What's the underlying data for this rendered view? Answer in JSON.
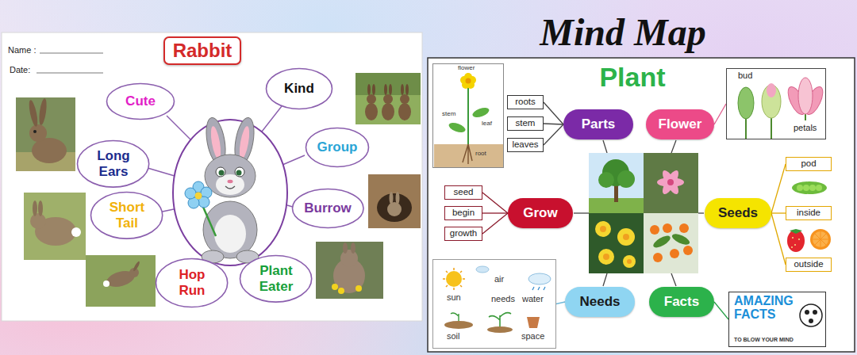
{
  "diagram": {
    "title": "Mind Map",
    "nodes": [
      {
        "text": [
          "Rabbit"
        ]
      },
      {
        "text": [
          "Cute"
        ]
      },
      {
        "text": [
          "Kind"
        ]
      },
      {
        "text": [
          "Long Ears"
        ]
      },
      {
        "text": [
          "Group"
        ]
      },
      {
        "text": [
          "Short Tail"
        ]
      },
      {
        "text": [
          "Burrow"
        ]
      },
      {
        "text": [
          "Hop Run"
        ]
      },
      {
        "text": [
          "Plant Eater"
        ]
      },
      {
        "text": [
          "flower",
          "stem",
          "leaf",
          "root"
        ]
      },
      {
        "text": [
          "roots"
        ]
      },
      {
        "text": [
          "stem"
        ]
      },
      {
        "text": [
          "leaves"
        ]
      },
      {
        "text": [
          "Parts"
        ]
      },
      {
        "text": [
          "Flower"
        ]
      },
      {
        "text": [
          "bud",
          "petals"
        ]
      },
      {
        "text": [
          "seed"
        ]
      },
      {
        "text": [
          "begin"
        ]
      },
      {
        "text": [
          "growth"
        ]
      },
      {
        "text": [
          "Grow"
        ]
      },
      {
        "text": [
          "Seeds"
        ]
      },
      {
        "text": [
          "pod"
        ]
      },
      {
        "text": [
          "inside"
        ]
      },
      {
        "text": [
          "outside"
        ]
      },
      {
        "text": [
          "sun",
          "air",
          "needs",
          "water",
          "soil",
          "space"
        ]
      },
      {
        "text": [
          "Needs"
        ]
      },
      {
        "text": [
          "Facts"
        ]
      },
      {
        "text": [
          "AMAZING FACTS",
          "TO BLOW YOUR MIND"
        ]
      }
    ],
    "edges": [
      {
        "from": 13,
        "to": 10,
        "arrow": "none"
      },
      {
        "from": 13,
        "to": 11,
        "arrow": "none"
      },
      {
        "from": 13,
        "to": 12,
        "arrow": "none"
      },
      {
        "from": 14,
        "to": 15,
        "arrow": "none"
      },
      {
        "from": 19,
        "to": 16,
        "arrow": "none"
      },
      {
        "from": 19,
        "to": 17,
        "arrow": "none"
      },
      {
        "from": 19,
        "to": 18,
        "arrow": "none"
      },
      {
        "from": 20,
        "to": 21,
        "arrow": "none"
      },
      {
        "from": 20,
        "to": 22,
        "arrow": "none"
      },
      {
        "from": 20,
        "to": 23,
        "arrow": "none"
      },
      {
        "from": 25,
        "to": 24,
        "arrow": "none"
      },
      {
        "from": 26,
        "to": 27,
        "arrow": "none"
      }
    ],
    "labels": [
      "Name :",
      "Date:",
      "Plant"
    ]
  }
}
